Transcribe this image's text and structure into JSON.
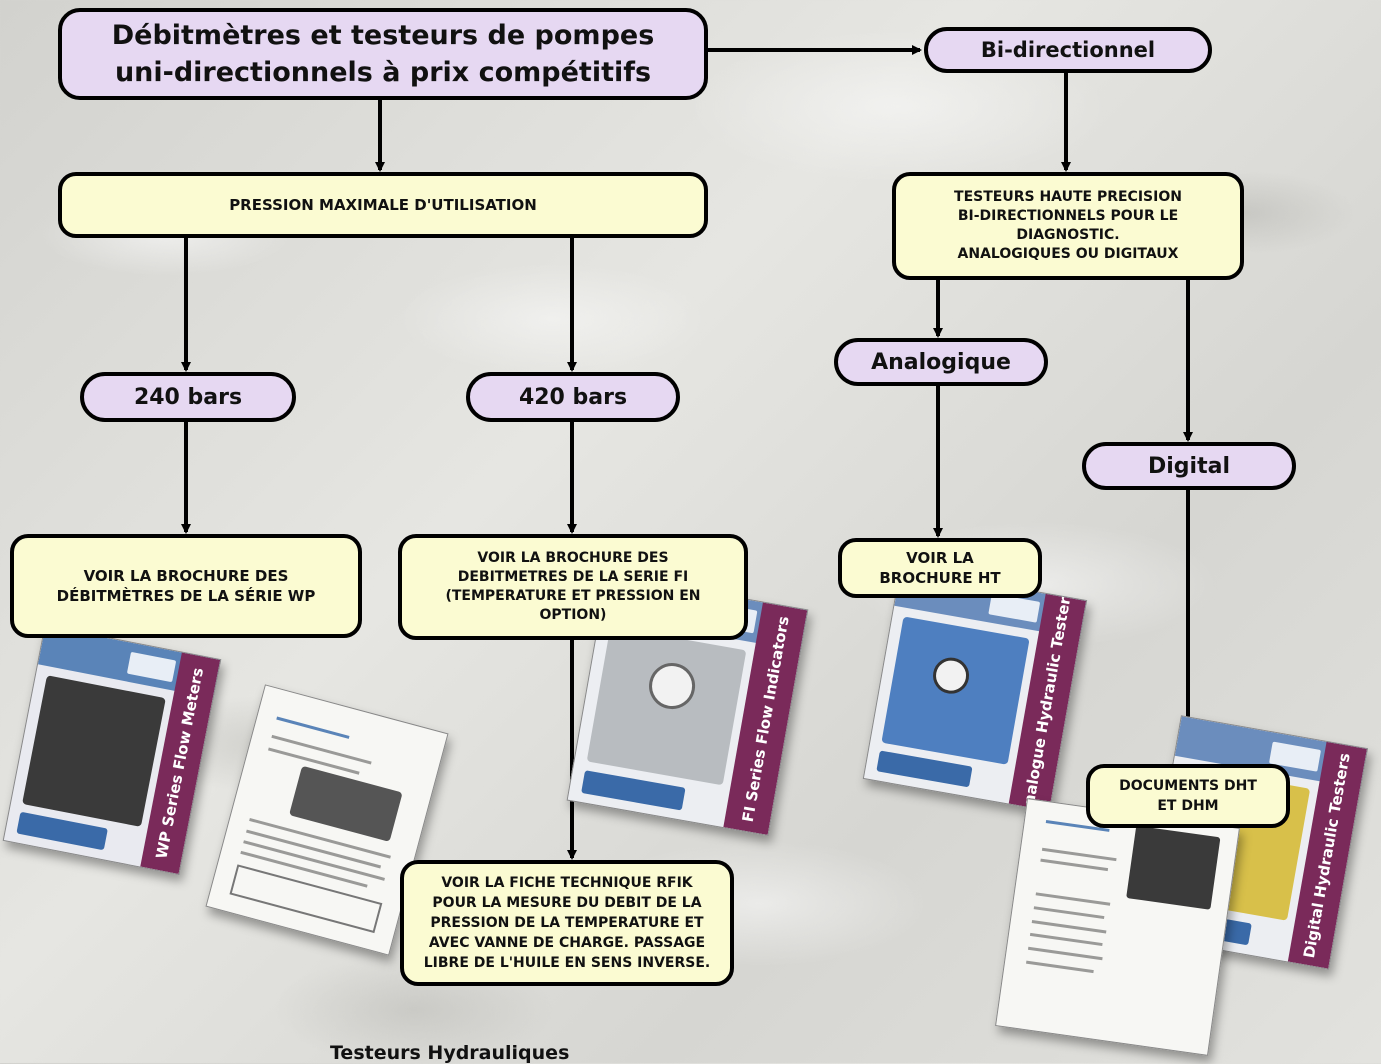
{
  "nodes": {
    "main_title": "Débitmètres et testeurs de pompes\nuni-directionnels à prix compétitifs",
    "bi_directionnel": "Bi-directionnel",
    "pression_max": "PRESSION MAXIMALE D'UTILISATION",
    "testeurs_haute_precision": "TESTEURS HAUTE PRECISION\nBI-DIRECTIONNELS POUR LE\nDIAGNOSTIC.\nANALOGIQUES OU DIGITAUX",
    "bars_240": "240 bars",
    "bars_420": "420 bars",
    "analogique": "Analogique",
    "digital": "Digital",
    "brochure_wp": "VOIR LA BROCHURE DES\nDÉBITMÈTRES DE LA SÉRIE WP",
    "brochure_fi": "VOIR LA BROCHURE DES\nDEBITMETRES DE LA SERIE FI\n(TEMPERATURE ET PRESSION EN\nOPTION)",
    "brochure_ht": "VOIR LA\nBROCHURE HT",
    "documents_dht": "DOCUMENTS DHT\nET DHM",
    "fiche_rfik": "VOIR LA FICHE TECHNIQUE RFIK\nPOUR LA MESURE DU DEBIT DE LA\nPRESSION DE LA TEMPERATURE ET\nAVEC VANNE DE CHARGE. PASSAGE\nLIBRE DE L'HUILE EN SENS INVERSE."
  },
  "brochures": {
    "wp": "WP Series Flow Meters",
    "fi": "FI Series Flow Indicators",
    "ht": "Analogue Hydraulic Testers",
    "dht": "Digital Hydraulic Testers"
  },
  "caption": "Testeurs Hydrauliques",
  "colors": {
    "purple_node": "#e6d8f2",
    "yellow_node": "#fbfbd2",
    "border": "#000000"
  }
}
